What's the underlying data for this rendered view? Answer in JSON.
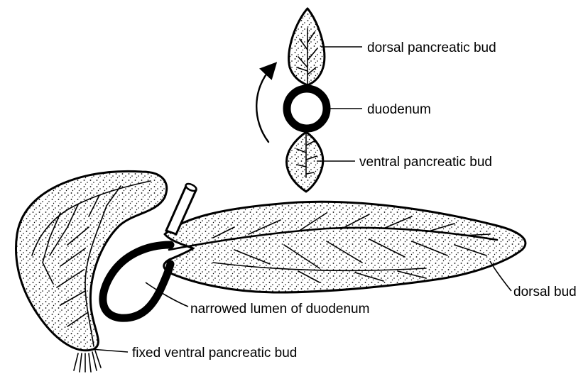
{
  "labels": {
    "dorsal_pancreatic_bud": "dorsal pancreatic bud",
    "duodenum": "duodenum",
    "ventral_pancreatic_bud": "ventral pancreatic bud",
    "dorsal_bud": "dorsal bud",
    "narrowed_lumen": "narrowed lumen of duodenum",
    "fixed_ventral_bud": "fixed ventral pancreatic bud"
  },
  "colors": {
    "ink": "#000000",
    "background": "#ffffff"
  }
}
